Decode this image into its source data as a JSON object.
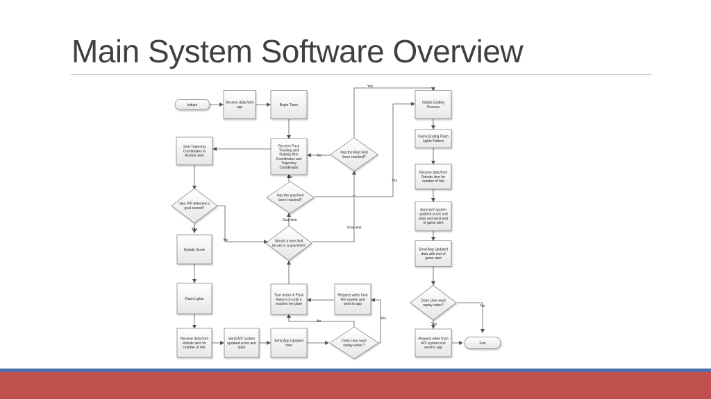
{
  "slide": {
    "title": "Main System Software Overview"
  },
  "nodes": {
    "initiate": [
      "Initiate"
    ],
    "receive_app": [
      "Receive data from",
      "app"
    ],
    "begin_timer": [
      "Begin Timer"
    ],
    "receive_puck": [
      "Receive Puck",
      "Tracking and",
      "Robotic Arm",
      "Coordinates and",
      "Trajectory",
      "Coordinates"
    ],
    "give_traj": [
      "Give Trajectory",
      "Coordinates to",
      "Robotic Arm"
    ],
    "timel_limit": [
      "Has the timel limit",
      "been reached?"
    ],
    "goal_limit": [
      "Has the goal limit",
      "been reached?"
    ],
    "pir": [
      "Has PIR detected a",
      "goal scored?"
    ],
    "should_limit": [
      "Should a time limit",
      "be set or a goal limit?"
    ],
    "update_score": [
      "Update Score"
    ],
    "flash_lights": [
      "Flash Lights"
    ],
    "turn_motor": [
      "Turn motor in Puck",
      "Return on until it",
      "reaches the plaer"
    ],
    "req_video_left": [
      "Request video from",
      "A/V system and",
      "send to app"
    ],
    "recv_arm_left": [
      "Receive data from",
      "Robotic Arm for",
      "number of hits"
    ],
    "send_av_left": [
      "Send A/V system",
      "updated score and",
      "stats"
    ],
    "send_app_left": [
      "Send App Updated",
      "data"
    ],
    "replay_left": [
      "Does User want",
      "replay video ?"
    ],
    "init_end": [
      "Initiate Ending",
      "Process"
    ],
    "game_end_flash": [
      "Game Ending Flash",
      "Lights Pattern"
    ],
    "recv_arm_right": [
      "Receive data from",
      "Robotic Arm for",
      "number of hits"
    ],
    "send_av_right": [
      "Send A/V system",
      "updated score and",
      "stats and send end",
      "of game alert"
    ],
    "send_app_right": [
      "Send App Updated",
      "data with end of",
      "game alert"
    ],
    "replay_right": [
      "Does User want",
      "replay video?"
    ],
    "req_video_right": [
      "Request video from",
      "A/V system and",
      "send to app"
    ],
    "end": [
      "End"
    ]
  },
  "edge_labels": {
    "yes_top": "Yes",
    "no_timel": "No",
    "no_goal": "No",
    "yes_goal": "Yes",
    "goal_limit": "Goal limit",
    "time_limit": "Time limit",
    "yes_pir": "Yes",
    "no_pir": "No",
    "no_replay_left": "No",
    "yes_replay_left": "Yes",
    "no_replay_right": "No",
    "yes_replay_right": "Yes"
  }
}
